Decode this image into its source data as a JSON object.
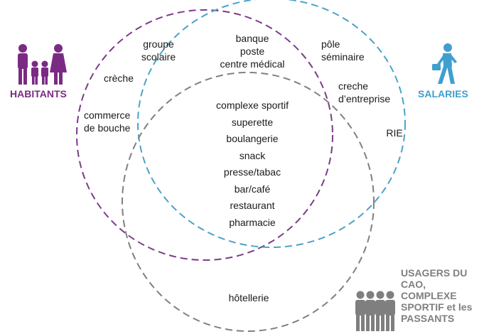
{
  "colors": {
    "habitants": "#7b2a84",
    "salaries": "#3f9fcf",
    "usagers": "#7f7f7f",
    "habitants_circle": "#7d3a8a",
    "salaries_circle": "#4aa3c9",
    "usagers_circle": "#808080"
  },
  "groups": {
    "habitants": {
      "title": "HABITANTS",
      "icon": "family-icon"
    },
    "salaries": {
      "title": "SALARIES",
      "icon": "walking-businessman-icon"
    },
    "usagers": {
      "title": [
        "USAGERS DU",
        "CAO,",
        "COMPLEXE",
        "SPORTIF et les",
        "PASSANTS"
      ],
      "icon": "group-of-people-icon"
    }
  },
  "regions": {
    "habitants_only": {
      "l1": [
        "groupe",
        "scolaire"
      ],
      "l2": "crèche",
      "l3": [
        "commerce",
        "de bouche"
      ]
    },
    "habitants_salaries": [
      "banque",
      "poste",
      "centre médical"
    ],
    "salaries_only": {
      "l1": [
        "pôle",
        "séminaire"
      ],
      "l2": [
        "creche",
        "d’entreprise"
      ],
      "l3": "RIE"
    },
    "all_three": [
      "complexe sportif",
      "superette",
      "boulangerie",
      "snack",
      "presse/tabac",
      "bar/café",
      "restaurant",
      "pharmacie"
    ],
    "usagers_only": "hôtellerie"
  }
}
